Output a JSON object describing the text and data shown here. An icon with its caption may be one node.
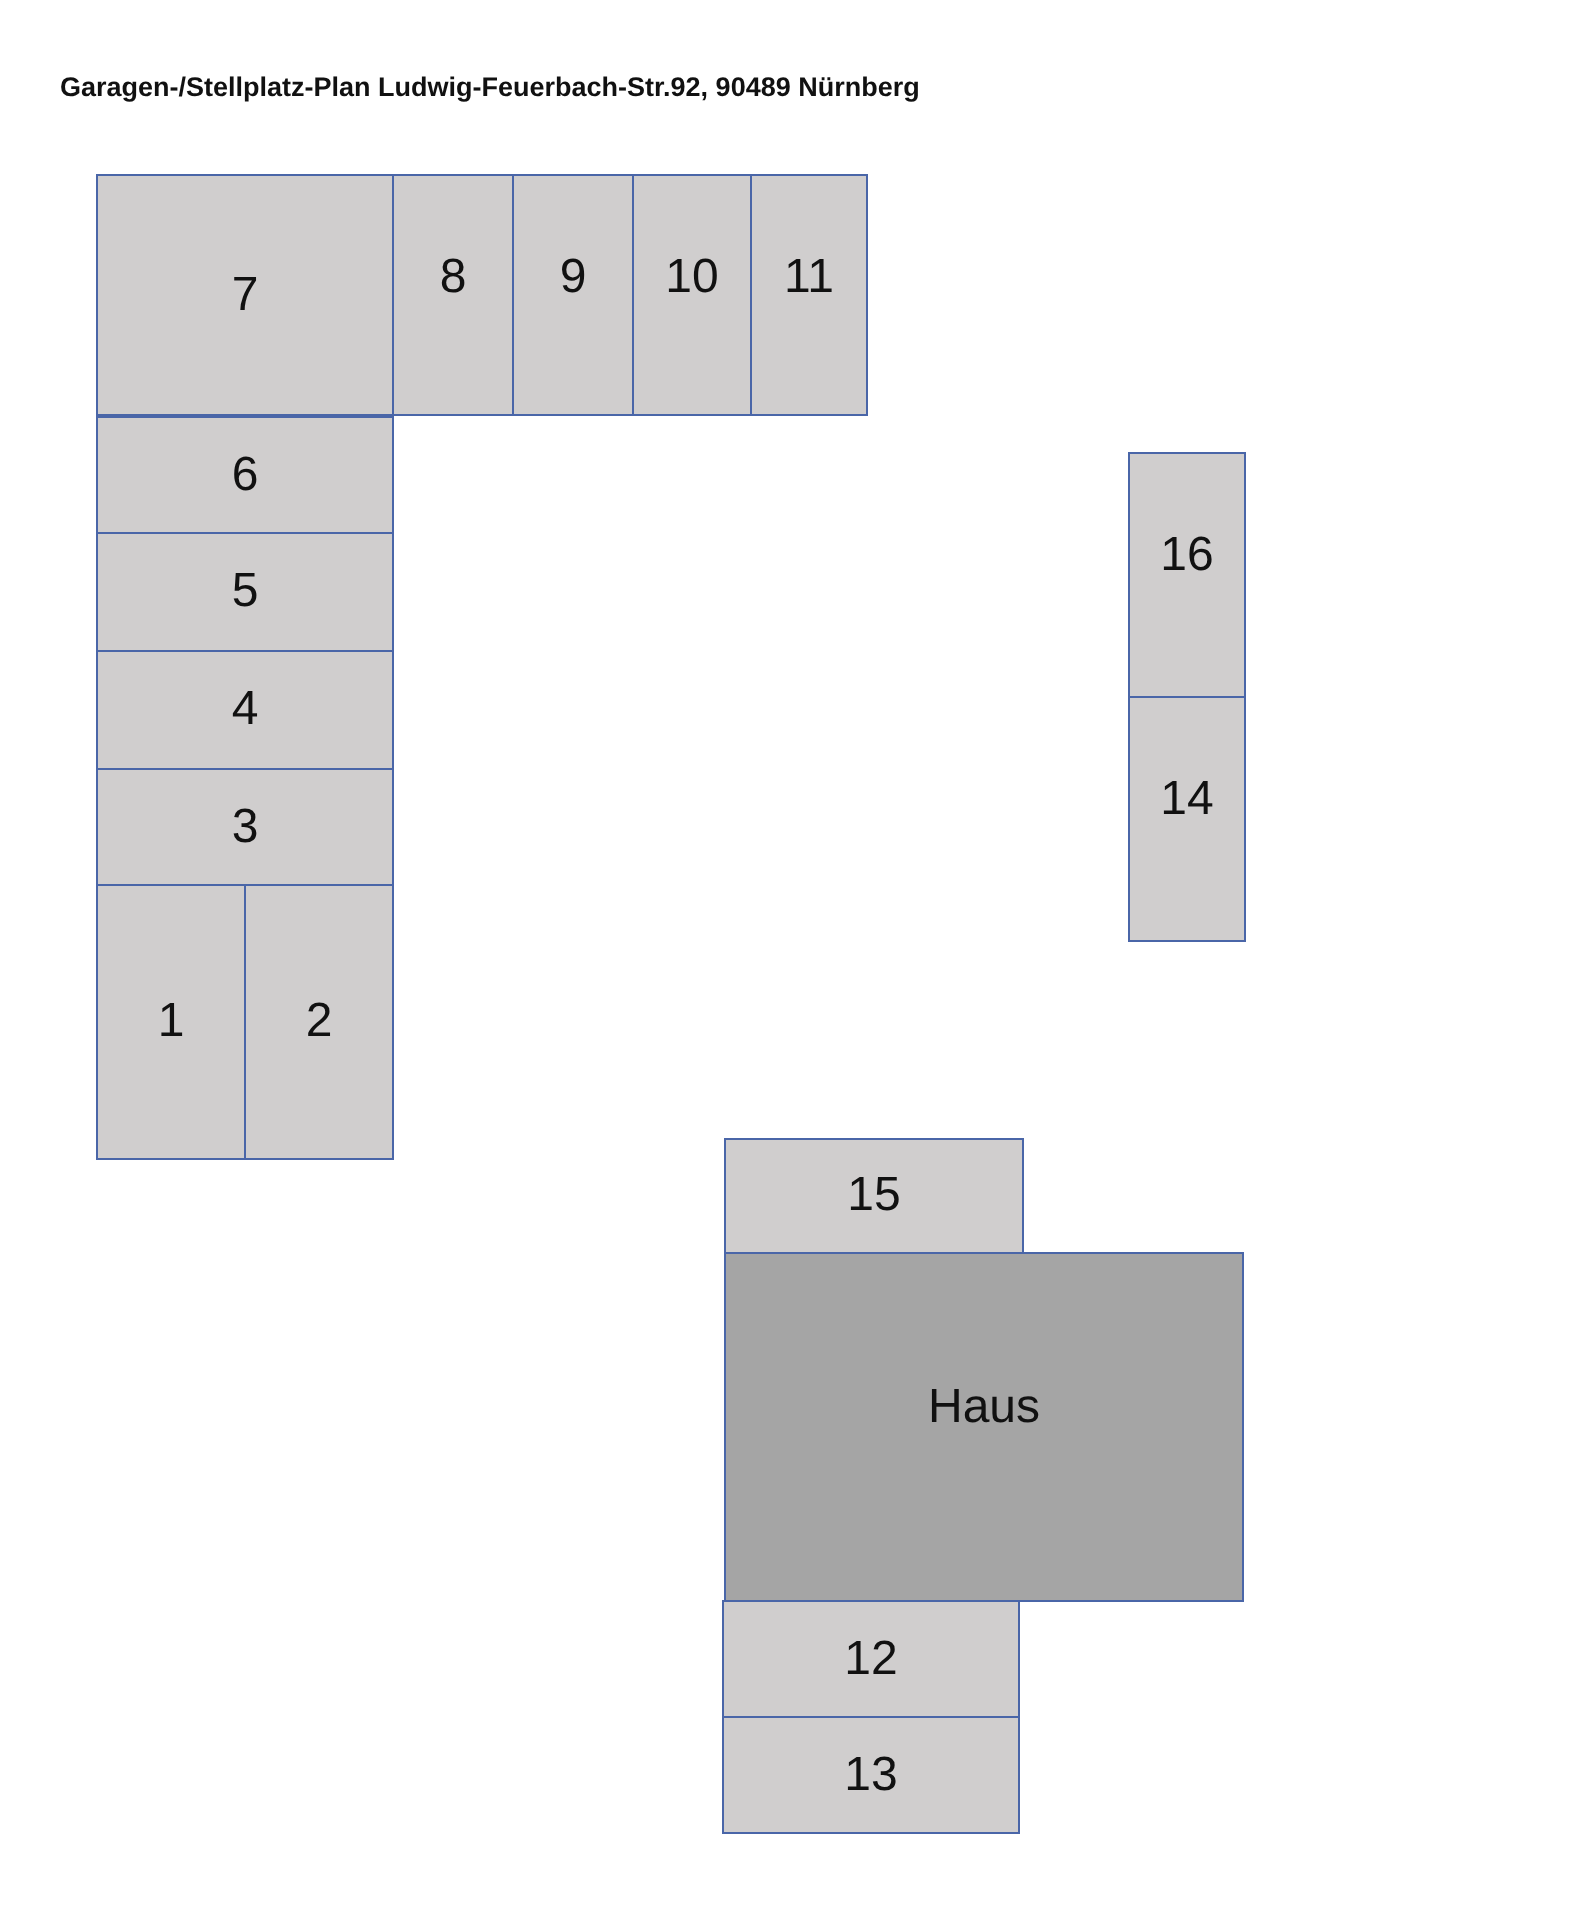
{
  "diagram": {
    "title": "Garagen-/Stellplatz-Plan Ludwig-Feuerbach-Str.92, 90489 Nürnberg",
    "nodes": [
      {
        "text": [
          "7"
        ]
      },
      {
        "text": [
          "8"
        ]
      },
      {
        "text": [
          "9"
        ]
      },
      {
        "text": [
          "10"
        ]
      },
      {
        "text": [
          "11"
        ]
      },
      {
        "text": [
          "6"
        ]
      },
      {
        "text": [
          "16"
        ]
      },
      {
        "text": [
          "5"
        ]
      },
      {
        "text": [
          "4"
        ]
      },
      {
        "text": [
          "14"
        ]
      },
      {
        "text": [
          "3"
        ]
      },
      {
        "text": [
          "1"
        ]
      },
      {
        "text": [
          "2"
        ]
      },
      {
        "text": [
          "15"
        ]
      },
      {
        "text": [
          "Haus"
        ]
      },
      {
        "text": [
          "12"
        ]
      },
      {
        "text": [
          "13"
        ]
      }
    ]
  }
}
